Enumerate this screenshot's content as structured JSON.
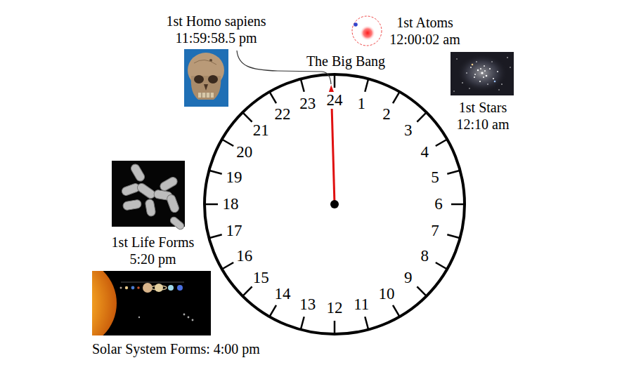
{
  "diagram": {
    "nodes": [
      {
        "text": [
          "1st Homo sapiens",
          "11:59:58.5 pm"
        ]
      },
      {
        "text": [
          "1st Atoms",
          "12:00:02 am"
        ]
      },
      {
        "text": [
          "1st Stars",
          "12:10 am"
        ]
      },
      {
        "text": [
          "1st Life Forms",
          "5:20 pm"
        ]
      },
      {
        "text": [
          "Solar System Forms: 4:00 pm"
        ]
      }
    ],
    "labels": [
      "The Big Bang",
      "1",
      "2",
      "3",
      "4",
      "5",
      "6",
      "7",
      "8",
      "9",
      "10",
      "11",
      "12",
      "13",
      "14",
      "15",
      "16",
      "17",
      "18",
      "19",
      "20",
      "21",
      "22",
      "23",
      "24"
    ]
  }
}
